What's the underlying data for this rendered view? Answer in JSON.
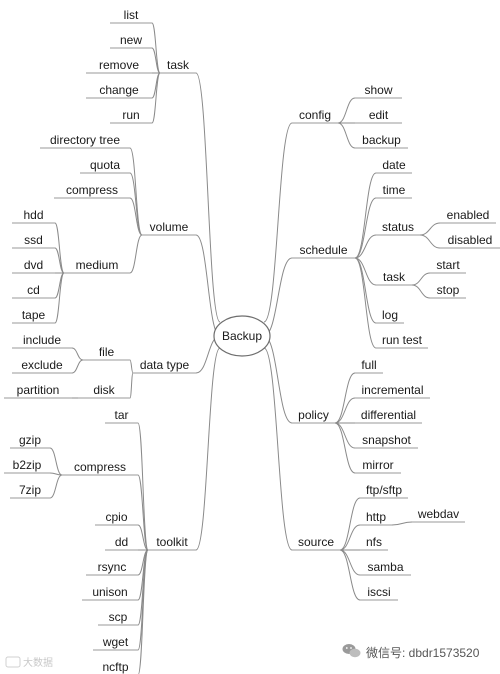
{
  "root": "Backup",
  "branches": [
    {
      "label": "task",
      "children": [
        {
          "label": "list"
        },
        {
          "label": "new"
        },
        {
          "label": "remove"
        },
        {
          "label": "change"
        },
        {
          "label": "run"
        }
      ]
    },
    {
      "label": "volume",
      "children": [
        {
          "label": "directory tree"
        },
        {
          "label": "quota"
        },
        {
          "label": "compress"
        },
        {
          "label": "medium",
          "children": [
            {
              "label": "hdd"
            },
            {
              "label": "ssd"
            },
            {
              "label": "dvd"
            },
            {
              "label": "cd"
            },
            {
              "label": "tape"
            }
          ]
        }
      ]
    },
    {
      "label": "data type",
      "children": [
        {
          "label": "file",
          "children": [
            {
              "label": "include"
            },
            {
              "label": "exclude"
            }
          ]
        },
        {
          "label": "disk",
          "children": [
            {
              "label": "partition"
            }
          ]
        }
      ]
    },
    {
      "label": "toolkit",
      "children": [
        {
          "label": "tar"
        },
        {
          "label": "compress",
          "children": [
            {
              "label": "gzip"
            },
            {
              "label": "b2zip"
            },
            {
              "label": "7zip"
            }
          ]
        },
        {
          "label": "cpio"
        },
        {
          "label": "dd"
        },
        {
          "label": "rsync"
        },
        {
          "label": "unison"
        },
        {
          "label": "scp"
        },
        {
          "label": "wget"
        },
        {
          "label": "ncftp"
        }
      ]
    },
    {
      "label": "config",
      "children": [
        {
          "label": "show"
        },
        {
          "label": "edit"
        },
        {
          "label": "backup"
        }
      ]
    },
    {
      "label": "schedule",
      "children": [
        {
          "label": "date"
        },
        {
          "label": "time"
        },
        {
          "label": "status",
          "children": [
            {
              "label": "enabled"
            },
            {
              "label": "disabled"
            }
          ]
        },
        {
          "label": "task",
          "children": [
            {
              "label": "start"
            },
            {
              "label": "stop"
            }
          ]
        },
        {
          "label": "log"
        },
        {
          "label": "run test"
        }
      ]
    },
    {
      "label": "policy",
      "children": [
        {
          "label": "full"
        },
        {
          "label": "incremental"
        },
        {
          "label": "differential"
        },
        {
          "label": "snapshot"
        },
        {
          "label": "mirror"
        }
      ]
    },
    {
      "label": "source",
      "children": [
        {
          "label": "ftp/sftp"
        },
        {
          "label": "http",
          "children": [
            {
              "label": "webdav"
            }
          ]
        },
        {
          "label": "nfs"
        },
        {
          "label": "samba"
        },
        {
          "label": "iscsi"
        }
      ]
    }
  ],
  "watermark": {
    "left_text": "大数据",
    "right_text": "微信号: dbdr1573520",
    "icon": "wechat-icon"
  }
}
